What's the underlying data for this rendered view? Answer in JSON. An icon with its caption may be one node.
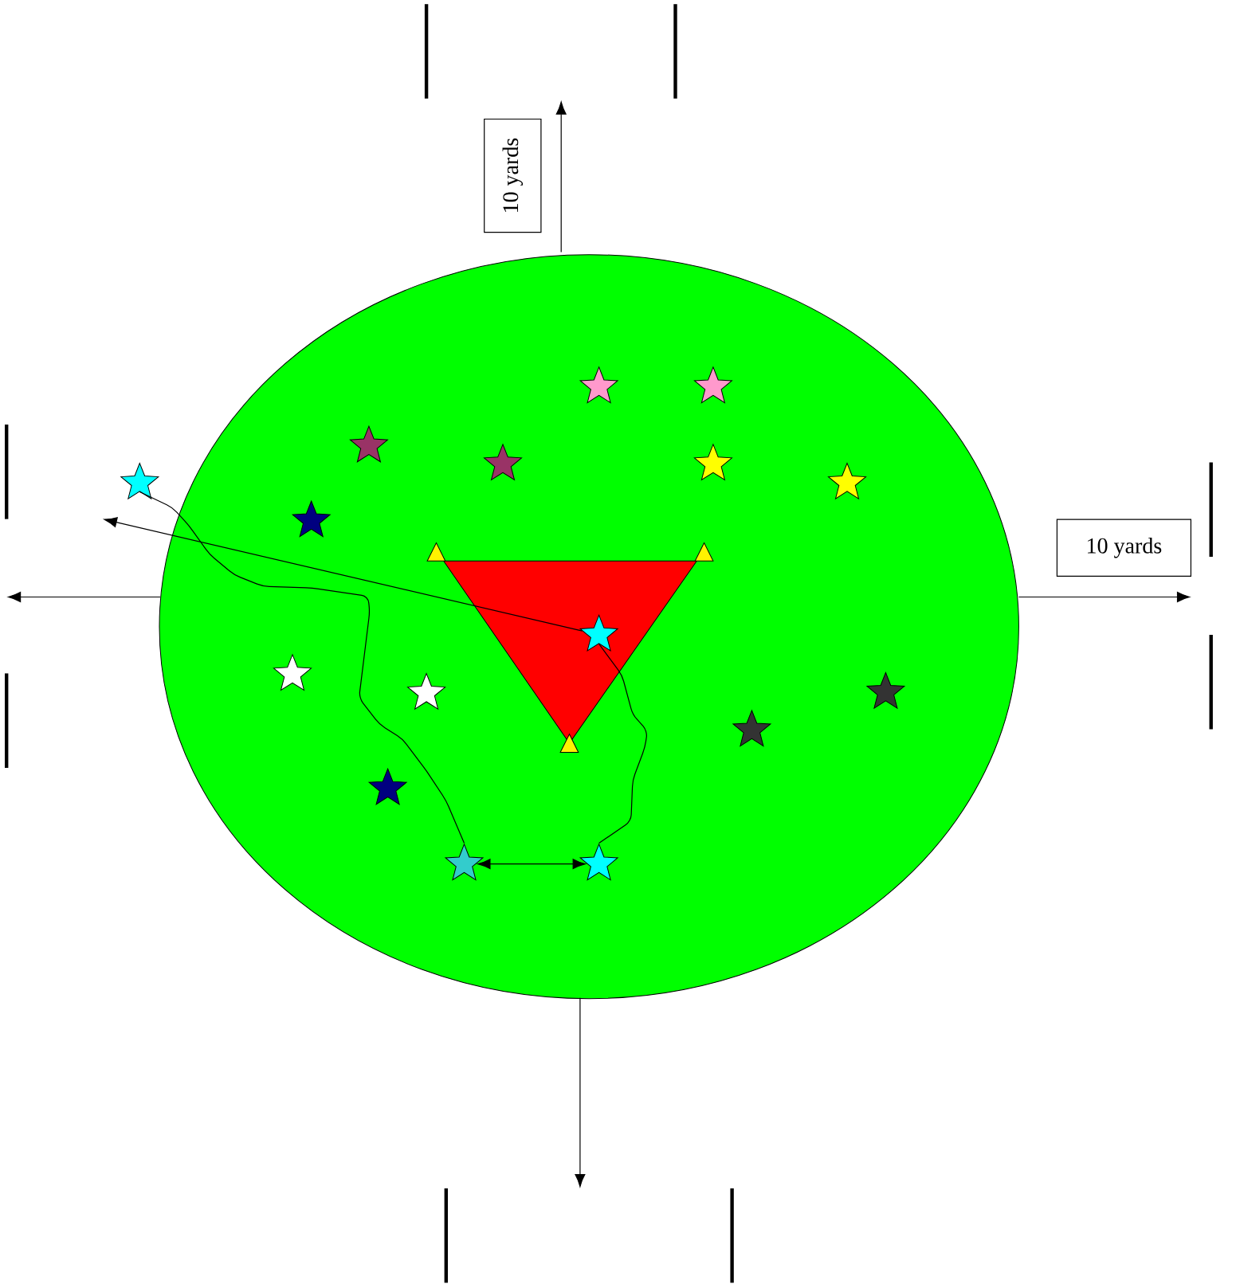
{
  "diagram": {
    "nodes": [
      {
        "text": [
          "10 yards"
        ]
      },
      {
        "text": [
          "10 yards"
        ]
      },
      {
        "text": [],
        "shape": "star"
      },
      {
        "text": [],
        "shape": "star"
      },
      {
        "text": [],
        "shape": "star"
      },
      {
        "text": [],
        "shape": "star"
      }
    ],
    "edges": [
      {
        "from": 2,
        "to": 4,
        "arrow": "none"
      },
      {
        "from": 3,
        "to": 5,
        "arrow": "none"
      },
      {
        "from": 3,
        "to": null,
        "arrow": "to"
      },
      {
        "from": 4,
        "to": 5,
        "arrow": "both"
      }
    ]
  }
}
